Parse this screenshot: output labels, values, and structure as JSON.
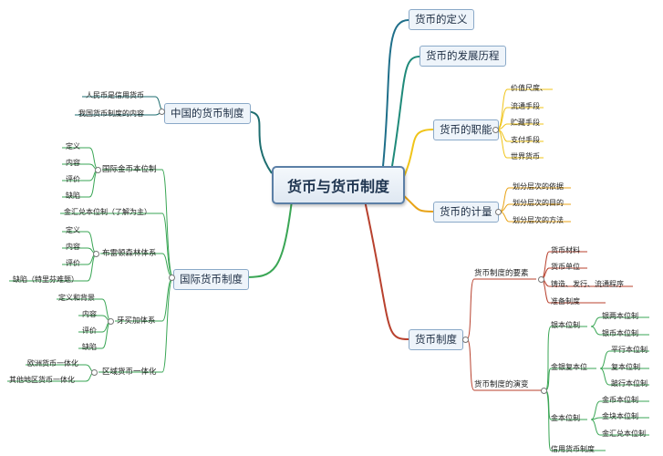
{
  "root": {
    "label": "货币与货币制度"
  },
  "right": {
    "definition": {
      "label": "货币的定义"
    },
    "history": {
      "label": "货币的发展历程"
    },
    "functions": {
      "label": "货币的职能",
      "items": [
        "价值尺度、",
        "流通手段",
        "贮藏手段",
        "支付手段",
        "世界货币"
      ]
    },
    "measure": {
      "label": "货币的计量",
      "items": [
        "划分层次的依据",
        "划分层次的目的",
        "划分层次的方法"
      ]
    },
    "system": {
      "label": "货币制度",
      "elements": {
        "label": "货币制度的要素",
        "items": [
          "货币材料",
          "货币单位",
          "铸造、发行、流通程序",
          "准备制度"
        ]
      },
      "evolution": {
        "label": "货币制度的演变",
        "silver": {
          "label": "银本位制",
          "items": [
            "银两本位制",
            "银币本位制"
          ]
        },
        "bimetal": {
          "label": "金银复本位",
          "items": [
            "平行本位制",
            "复本位制",
            "跛行本位制"
          ]
        },
        "gold": {
          "label": "金本位制",
          "items": [
            "金币本位制",
            "金块本位制",
            "金汇兑本位制"
          ]
        },
        "credit": {
          "label": "信用货币制度"
        }
      }
    }
  },
  "left": {
    "china": {
      "label": "中国的货币制度",
      "items": [
        "人民币是信用货币",
        "我国货币制度的内容"
      ]
    },
    "international": {
      "label": "国际货币制度",
      "gold_std": {
        "label": "国际金币本位制",
        "items": [
          "定义",
          "内容",
          "评价",
          "缺陷"
        ]
      },
      "gold_exchange": {
        "label": "金汇兑本位制（了解为主）"
      },
      "bretton": {
        "label": "布雷顿森林体系",
        "items": [
          "定义",
          "内容",
          "评价",
          "缺陷（特里芬难题）"
        ]
      },
      "jamaica": {
        "label": "牙买加体系",
        "items": [
          "定义和背景",
          "内容",
          "评价",
          "缺陷"
        ]
      },
      "regional": {
        "label": "区域货币一体化",
        "items": [
          "欧洲货币一体化",
          "其他地区货币一体化"
        ]
      }
    }
  },
  "colors": {
    "teal": "#1f8a8a",
    "blue": "#2b6f9a",
    "yellow": "#f0c419",
    "orange": "#e8a317",
    "red": "#b8412e",
    "green": "#3aa655",
    "darkteal": "#1e6e70"
  }
}
